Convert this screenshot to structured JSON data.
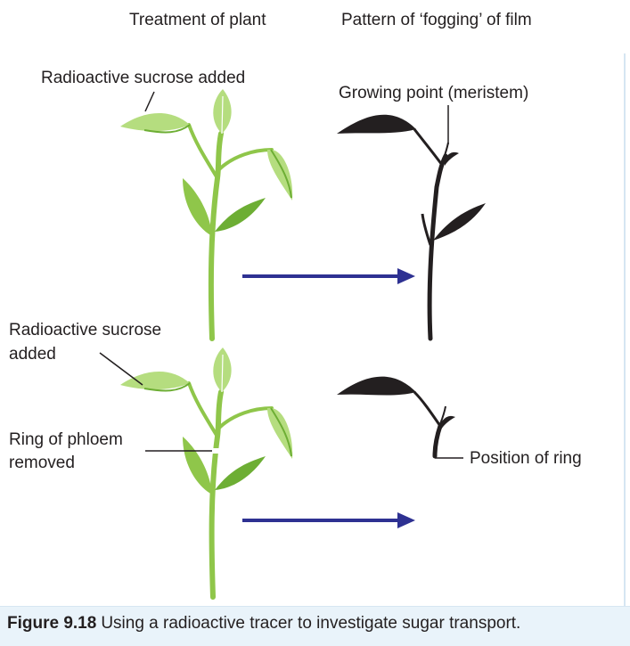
{
  "headings": {
    "treatment": "Treatment of plant",
    "pattern": "Pattern of ‘fogging’ of film"
  },
  "labels": {
    "sucrose_top": "Radioactive sucrose added",
    "meristem": "Growing point (meristem)",
    "sucrose_bottom_line1": "Radioactive sucrose",
    "sucrose_bottom_line2": "added",
    "ring_line1": "Ring of phloem",
    "ring_line2": "removed",
    "position_of_ring": "Position of ring"
  },
  "caption": {
    "number": "Figure 9.18",
    "text": "Using a radioactive tracer to investigate sugar transport."
  },
  "colors": {
    "leaf_light": "#b5dd7f",
    "leaf_dark": "#6dae34",
    "stem": "#8fc64a",
    "arrow": "#2e3192",
    "film": "#231f20",
    "caption_bg": "#e9f3fa"
  }
}
